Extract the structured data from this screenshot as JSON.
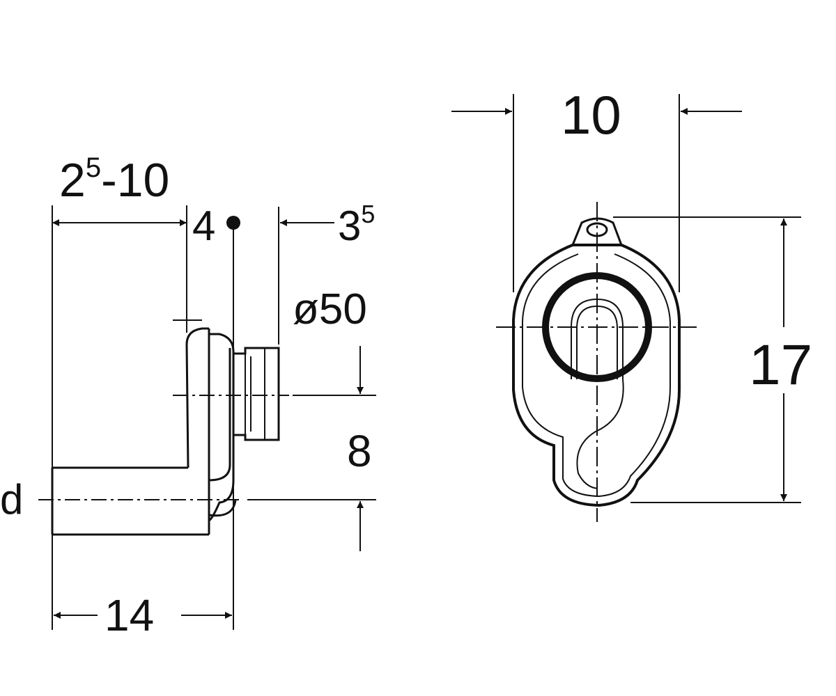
{
  "colors": {
    "ink": "#111111",
    "paper": "#ffffff"
  },
  "side_view": {
    "wall_gap": {
      "base": "2",
      "sup": "5",
      "suffix": "-10"
    },
    "flange": "4",
    "spigot": {
      "base": "3",
      "sup": "5"
    },
    "outlet_diameter": "ø50",
    "height_offset": "8",
    "pipe_label": "d",
    "depth": "14"
  },
  "front_view": {
    "width": "10",
    "height": "17"
  }
}
